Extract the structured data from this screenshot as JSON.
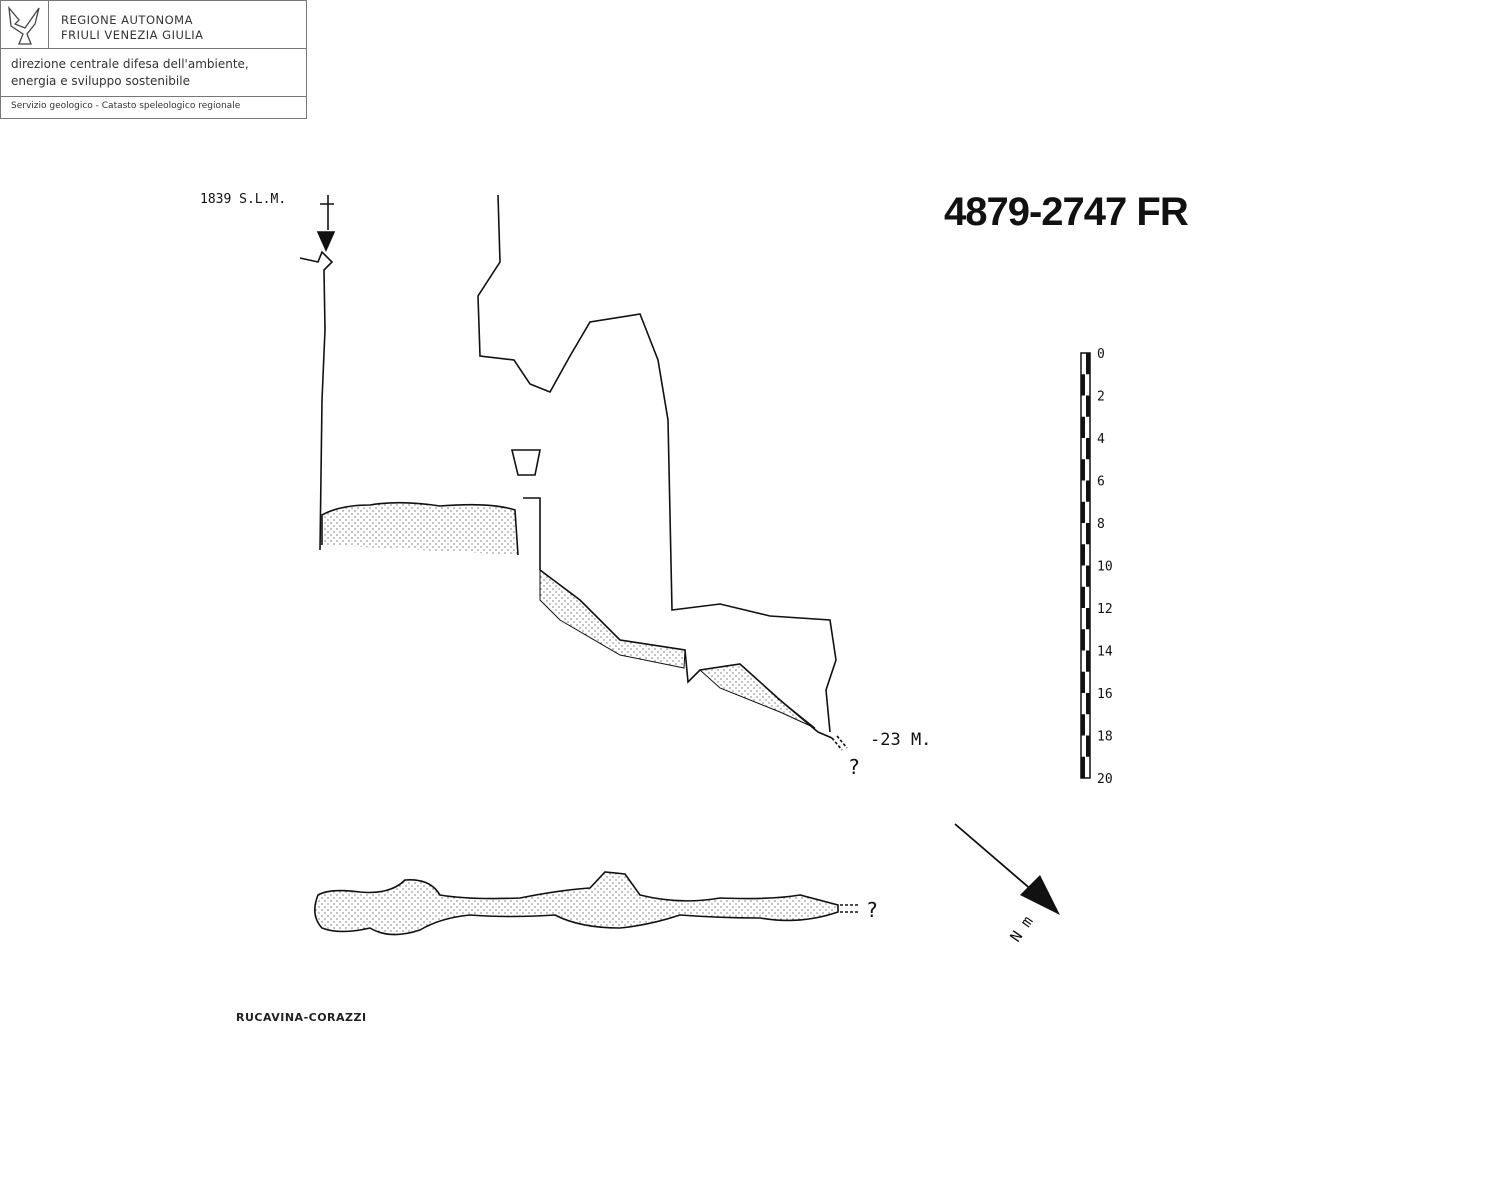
{
  "header": {
    "org_line1": "REGIONE AUTONOMA",
    "org_line2": "FRIULI VENEZIA GIULIA",
    "dept_line1": "DIREZIONE CENTRALE DIFESA DELL'AMBIENTE,",
    "dept_line2": "ENERGIA E SVILUPPO SOSTENIBILE",
    "service": "Servizio geologico - Catasto speleologico regionale"
  },
  "cave_code": "4879-2747 FR",
  "entrance_altitude": "1839 S.L.M.",
  "depth_label": "-23 M.",
  "unknown_marker": "?",
  "north_label": "N m",
  "authors": "RUCAVINA-CORAZZI",
  "scale": {
    "ticks": [
      "0",
      "2",
      "4",
      "6",
      "8",
      "10",
      "12",
      "14",
      "16",
      "18",
      "20"
    ]
  }
}
